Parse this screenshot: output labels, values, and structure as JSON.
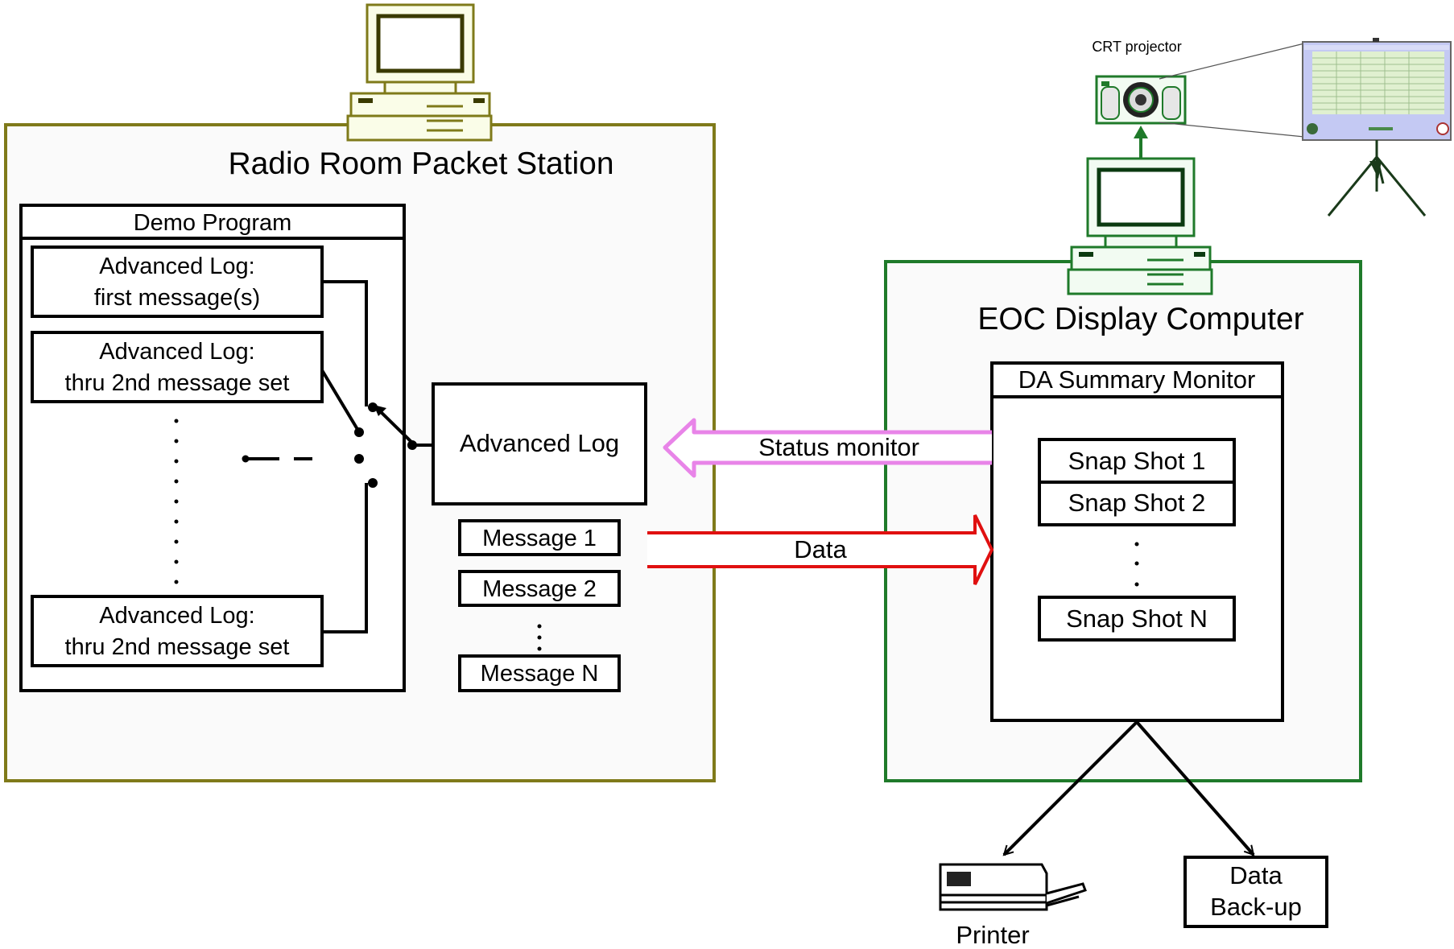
{
  "radio_room": {
    "title": "Radio Room Packet Station",
    "demo_program": {
      "header": "Demo Program",
      "log_boxes": [
        {
          "line1": "Advanced Log:",
          "line2": "first message(s)"
        },
        {
          "line1": "Advanced Log:",
          "line2": "thru 2nd message set"
        },
        {
          "line1": "Advanced Log:",
          "line2": "thru 2nd message set"
        }
      ]
    },
    "advanced_log": "Advanced Log",
    "messages": [
      "Message 1",
      "Message 2",
      "Message N"
    ]
  },
  "arrows": {
    "status_monitor": "Status monitor",
    "data": "Data"
  },
  "eoc": {
    "title": "EOC Display Computer",
    "monitor": {
      "header": "DA Summary Monitor",
      "snapshots": [
        "Snap Shot 1",
        "Snap Shot 2",
        "Snap Shot N"
      ]
    }
  },
  "projector_label": "CRT projector",
  "outputs": {
    "printer": "Printer",
    "backup_line1": "Data",
    "backup_line2": "Back-up"
  },
  "colors": {
    "radio_room_border": "#7f7a1a",
    "eoc_border": "#1f7a2a",
    "status_arrow": "#e884e8",
    "data_arrow": "#e01010"
  }
}
